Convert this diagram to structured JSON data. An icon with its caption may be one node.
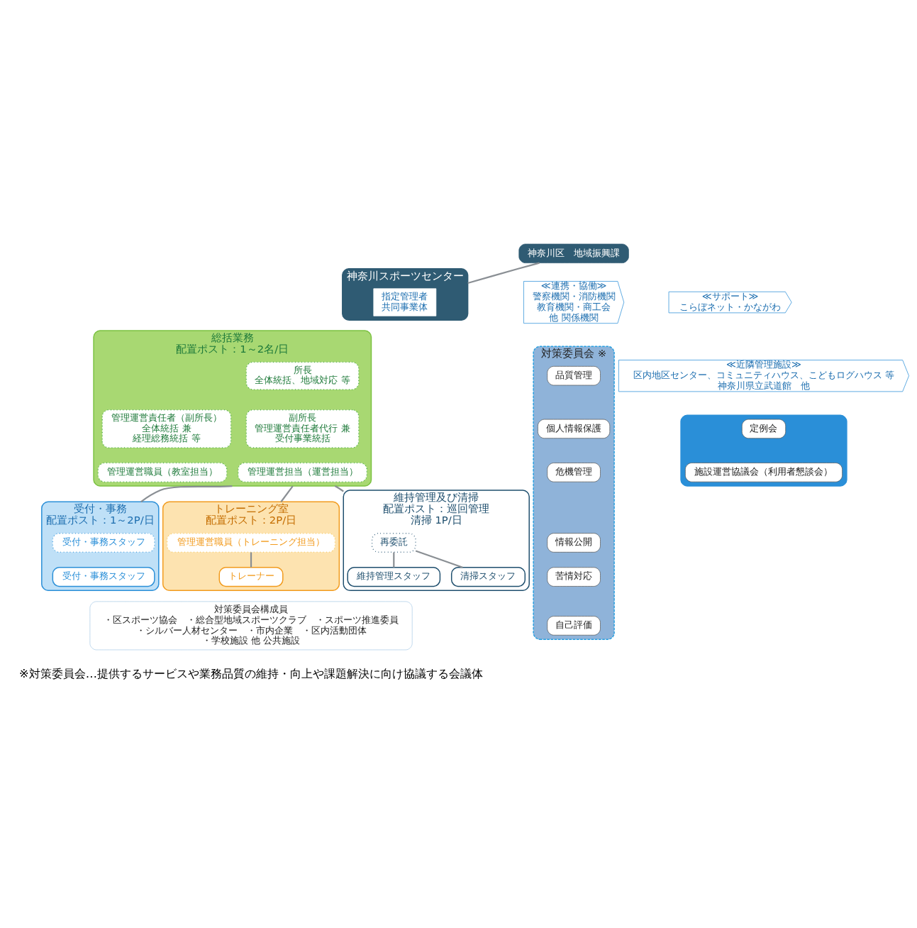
{
  "diagram": {
    "nodes": [
      {
        "text": [
          "神奈川区　地域振興課"
        ]
      },
      {
        "text": [
          "神奈川スポーツセンター"
        ]
      },
      {
        "text": [
          "指定管理者",
          "共同事業体"
        ],
        "in": 1
      },
      {
        "text": [
          "≪サポート≫",
          "こらぼネット・かながわ"
        ]
      },
      {
        "text": [
          "≪近隣管理施設≫",
          "区内地区センター、コミュニティハウス、こどもログハウス 等",
          "神奈川県立武道館　他"
        ]
      },
      {
        "text": [
          "≪連携・協働≫",
          "警察機関・消防機関",
          "教育機関・商工会",
          "他 関係機関"
        ]
      },
      {
        "text": [],
        "shape": "box"
      },
      {
        "text": [
          "定例会"
        ],
        "in": 6
      },
      {
        "text": [
          "施設運営協議会（利用者懇談会）"
        ],
        "in": 6
      },
      {
        "text": [
          "総括業務",
          "配置ポスト：1～2名/日"
        ]
      },
      {
        "text": [
          "所長",
          "全体統括、地域対応 等"
        ],
        "in": 9
      },
      {
        "text": [
          "管理運営責任者（副所長）",
          "全体統括 兼",
          "経理総務統括 等"
        ],
        "in": 9
      },
      {
        "text": [
          "副所長",
          "管理運営責任者代行 兼",
          "受付事業統括"
        ],
        "in": 9
      },
      {
        "text": [
          "管理運営職員（教室担当）"
        ],
        "in": 9
      },
      {
        "text": [
          "管理運営担当（運営担当）"
        ],
        "in": 9
      },
      {
        "text": [
          "受付・事務",
          "配置ポスト：1～2P/日"
        ]
      },
      {
        "text": [
          "受付・事務スタッフ"
        ],
        "in": 15
      },
      {
        "text": [
          "受付・事務スタッフ"
        ],
        "in": 15
      },
      {
        "text": [
          "トレーニング室",
          "配置ポスト：2P/日"
        ]
      },
      {
        "text": [
          "管理運営職員（トレーニング担当）"
        ],
        "in": 18
      },
      {
        "text": [
          "トレーナー"
        ],
        "in": 18
      },
      {
        "text": [
          "維持管理及び清掃",
          "配置ポスト：巡回管理",
          "清掃 1P/日"
        ]
      },
      {
        "text": [
          "再委託"
        ],
        "in": 21
      },
      {
        "text": [
          "維持管理スタッフ"
        ],
        "in": 21
      },
      {
        "text": [
          "清掃スタッフ"
        ],
        "in": 21
      },
      {
        "text": [
          "対策委員会 ※"
        ]
      },
      {
        "text": [
          "品質管理"
        ],
        "in": 25
      },
      {
        "text": [
          "個人情報保護"
        ],
        "in": 25
      },
      {
        "text": [
          "危機管理"
        ],
        "in": 25
      },
      {
        "text": [
          "情報公開"
        ],
        "in": 25
      },
      {
        "text": [
          "苦情対応"
        ],
        "in": 25
      },
      {
        "text": [
          "自己評価"
        ],
        "in": 25
      },
      {
        "text": [
          "対策委員会構成員",
          "・区スポーツ協会　・総合型地域スポーツクラブ　・スポーツ推進委員",
          "・シルバー人材センター　・市内企業　・区内活動団体",
          "・学校施設 他 公共施設"
        ]
      }
    ],
    "edges": [
      {
        "from": 0,
        "to": 1,
        "arrow": "none"
      },
      {
        "from": 9,
        "to": 15,
        "arrow": "none"
      },
      {
        "from": 9,
        "to": 18,
        "arrow": "none"
      },
      {
        "from": 9,
        "to": 21,
        "arrow": "none"
      },
      {
        "from": 19,
        "to": 20,
        "arrow": "none"
      },
      {
        "from": 22,
        "to": 23,
        "arrow": "none"
      },
      {
        "from": 22,
        "to": 24,
        "arrow": "none"
      }
    ],
    "labels": [
      "※対策委員会…提供するサービスや業務品質の維持・向上や課題解決に向け協議する会議体"
    ]
  }
}
